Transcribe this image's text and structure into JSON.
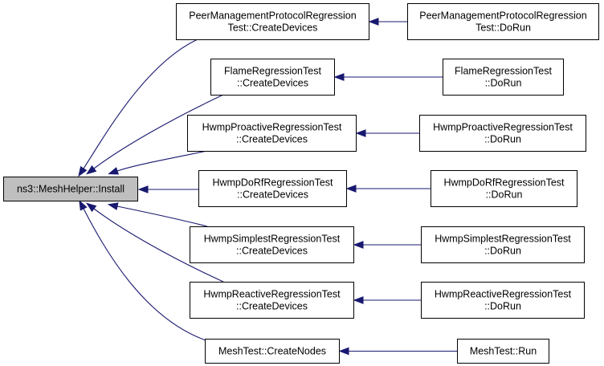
{
  "colors": {
    "root_fill": "#bfbfbf",
    "node_fill": "#ffffff",
    "border": "#000000",
    "edge": "#191970"
  },
  "root": {
    "id": "install",
    "lines": [
      "ns3::MeshHelper::Install"
    ]
  },
  "callers": [
    {
      "id": "pmp-create",
      "lines": [
        "PeerManagementProtocolRegression",
        "Test::CreateDevices"
      ],
      "caller": {
        "id": "pmp-dorun",
        "lines": [
          "PeerManagementProtocolRegression",
          "Test::DoRun"
        ]
      }
    },
    {
      "id": "flame-create",
      "lines": [
        "FlameRegressionTest",
        "::CreateDevices"
      ],
      "caller": {
        "id": "flame-dorun",
        "lines": [
          "FlameRegressionTest",
          "::DoRun"
        ]
      }
    },
    {
      "id": "hwmp-proactive-create",
      "lines": [
        "HwmpProactiveRegressionTest",
        "::CreateDevices"
      ],
      "caller": {
        "id": "hwmp-proactive-dorun",
        "lines": [
          "HwmpProactiveRegressionTest",
          "::DoRun"
        ]
      }
    },
    {
      "id": "hwmp-dorf-create",
      "lines": [
        "HwmpDoRfRegressionTest",
        "::CreateDevices"
      ],
      "caller": {
        "id": "hwmp-dorf-dorun",
        "lines": [
          "HwmpDoRfRegressionTest",
          "::DoRun"
        ]
      }
    },
    {
      "id": "hwmp-simplest-create",
      "lines": [
        "HwmpSimplestRegressionTest",
        "::CreateDevices"
      ],
      "caller": {
        "id": "hwmp-simplest-dorun",
        "lines": [
          "HwmpSimplestRegressionTest",
          "::DoRun"
        ]
      }
    },
    {
      "id": "hwmp-reactive-create",
      "lines": [
        "HwmpReactiveRegressionTest",
        "::CreateDevices"
      ],
      "caller": {
        "id": "hwmp-reactive-dorun",
        "lines": [
          "HwmpReactiveRegressionTest",
          "::DoRun"
        ]
      }
    },
    {
      "id": "meshtest-create",
      "lines": [
        "MeshTest::CreateNodes"
      ],
      "caller": {
        "id": "meshtest-run",
        "lines": [
          "MeshTest::Run"
        ]
      }
    }
  ]
}
